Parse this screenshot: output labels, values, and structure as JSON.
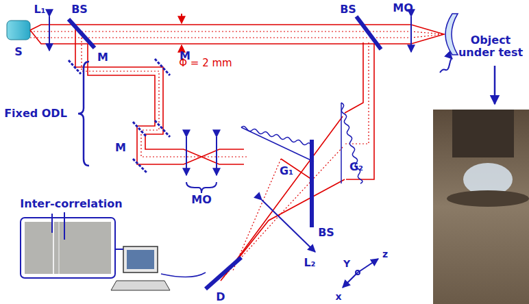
{
  "diagram": {
    "labels": [
      "L₁",
      "BS",
      "BS",
      "MO",
      "S",
      "Φ = 2 mm",
      "Object under test",
      "M",
      "M",
      "M",
      "Fixed ODL",
      "MO",
      "G₁",
      "G₂",
      "BS",
      "Inter-correlation",
      "L₂",
      "D",
      "Y",
      "z",
      "x"
    ]
  }
}
